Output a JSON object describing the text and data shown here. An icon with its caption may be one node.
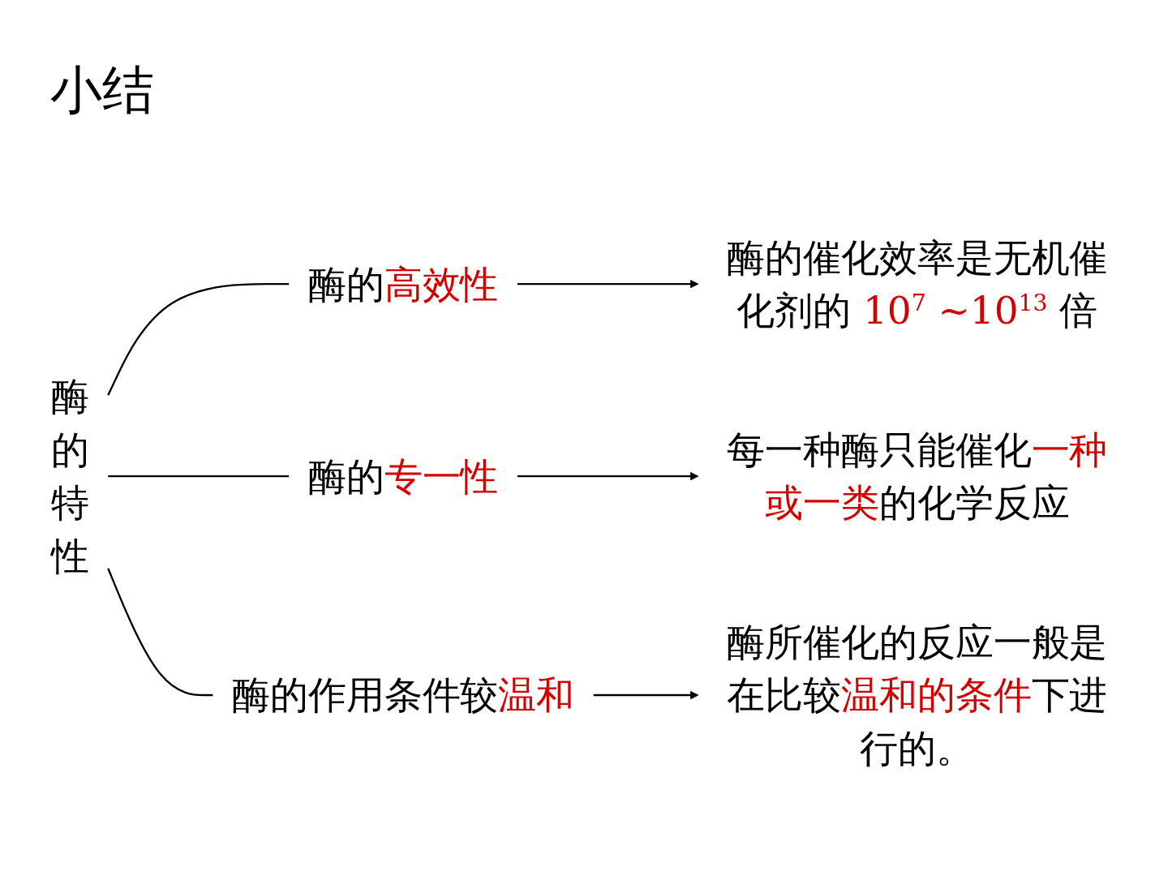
{
  "diagram": {
    "title": "小结",
    "nodes": [
      {
        "text": [
          "酶的特性"
        ]
      },
      {
        "text": [
          "酶的高效性"
        ]
      },
      {
        "text": [
          "酶的专一性"
        ]
      },
      {
        "text": [
          "酶的作用条件较温和"
        ]
      },
      {
        "text": [
          "酶的催化效率是无机催化剂的 10$^{7}$ ~10$^{13}$ 倍"
        ]
      },
      {
        "text": [
          "每一种酶只能催化一种或一类的化学反应"
        ]
      },
      {
        "text": [
          "酶所催化的反应一般是在比较温和的条件下进行的。"
        ]
      }
    ],
    "edges": [
      {
        "from": 0,
        "to": 1,
        "arrow": "none"
      },
      {
        "from": 0,
        "to": 2,
        "arrow": "none"
      },
      {
        "from": 0,
        "to": 3,
        "arrow": "none"
      },
      {
        "from": 1,
        "to": 4,
        "arrow": "to"
      },
      {
        "from": 2,
        "to": 5,
        "arrow": "to"
      },
      {
        "from": 3,
        "to": 6,
        "arrow": "to"
      }
    ]
  }
}
